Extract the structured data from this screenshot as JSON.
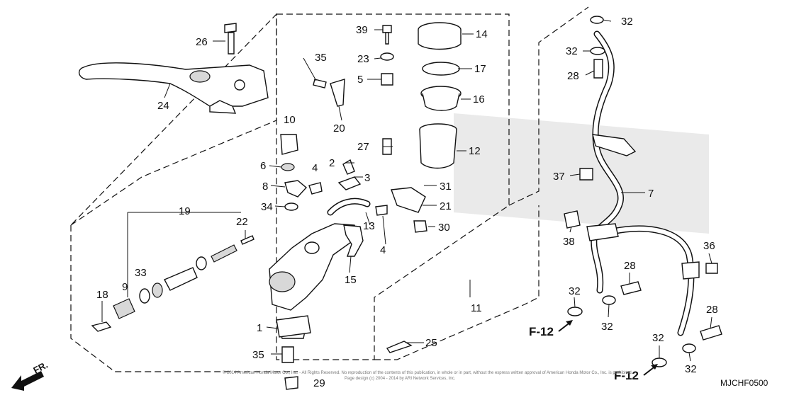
{
  "diagram": {
    "code": "MJCHF0500",
    "direction": "FR.",
    "ref_left": "F-12",
    "ref_bottom": "F-12",
    "copyright_line1": "© 2014 American Honda Motor Co., Inc. - All Rights Reserved. No reproduction of the contents of this publication, in whole or in part, without the express written approval of American Honda Motor Co., Inc. is prohibited.",
    "copyright_line2": "Page design (c) 2004 - 2014 by ARI Network Services, Inc.",
    "callouts": {
      "c1": "1",
      "c2": "2",
      "c3": "3",
      "c4a": "4",
      "c4b": "4",
      "c5": "5",
      "c6": "6",
      "c7": "7",
      "c8": "8",
      "c9": "9",
      "c10": "10",
      "c11": "11",
      "c12": "12",
      "c13": "13",
      "c14": "14",
      "c15": "15",
      "c16": "16",
      "c17": "17",
      "c18": "18",
      "c19": "19",
      "c20": "20",
      "c21": "21",
      "c22": "22",
      "c23": "23",
      "c24": "24",
      "c25": "25",
      "c26": "26",
      "c27": "27",
      "c28a": "28",
      "c28b": "28",
      "c28c": "28",
      "c29": "29",
      "c30": "30",
      "c31": "31",
      "c32a": "32",
      "c32b": "32",
      "c32c": "32",
      "c32d": "32",
      "c32e": "32",
      "c32f": "32",
      "c33": "33",
      "c34": "34",
      "c35a": "35",
      "c35b": "35",
      "c36": "36",
      "c37": "37",
      "c38": "38",
      "c39": "39"
    }
  }
}
